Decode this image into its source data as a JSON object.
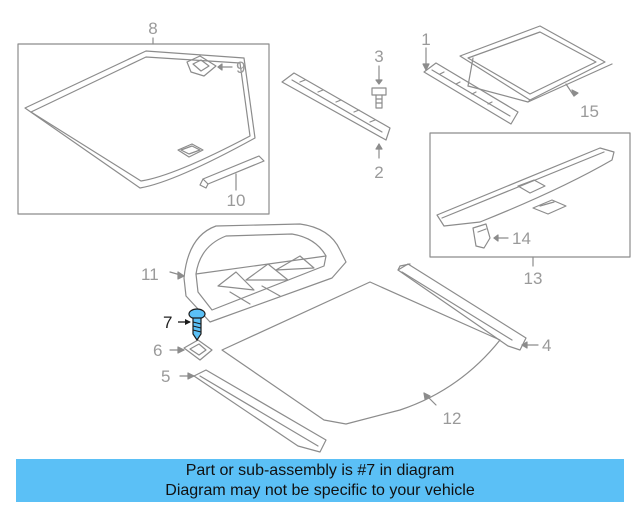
{
  "diagram": {
    "callouts": {
      "p1": "1",
      "p2": "2",
      "p3": "3",
      "p4": "4",
      "p5": "5",
      "p6": "6",
      "p7": "7",
      "p8": "8",
      "p9": "9",
      "p10": "10",
      "p11": "11",
      "p12": "12",
      "p13": "13",
      "p14": "14",
      "p15": "15"
    },
    "highlighted_part": "7",
    "colors": {
      "line": "#8c8c8c",
      "highlight": "#5bc0f6",
      "banner": "#5bc0f6"
    }
  },
  "banner": {
    "line1": "Part or sub-assembly is #7 in diagram",
    "line2": "Diagram may not be specific to your vehicle"
  }
}
